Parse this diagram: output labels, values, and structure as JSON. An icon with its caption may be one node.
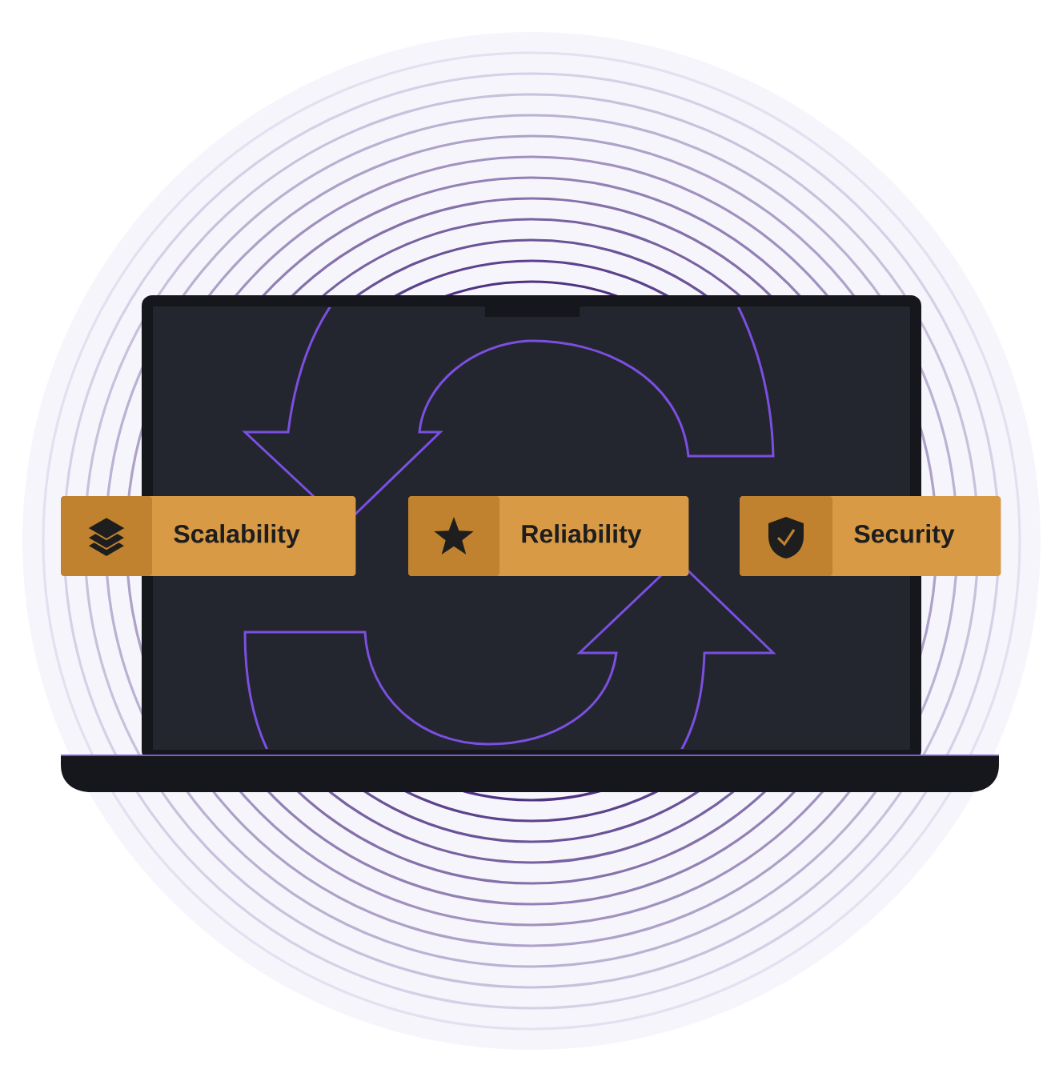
{
  "diagram": {
    "nodes": [
      {
        "text": [
          "Scalability"
        ]
      },
      {
        "text": [
          "Reliability"
        ]
      },
      {
        "text": [
          "Security"
        ]
      }
    ]
  }
}
